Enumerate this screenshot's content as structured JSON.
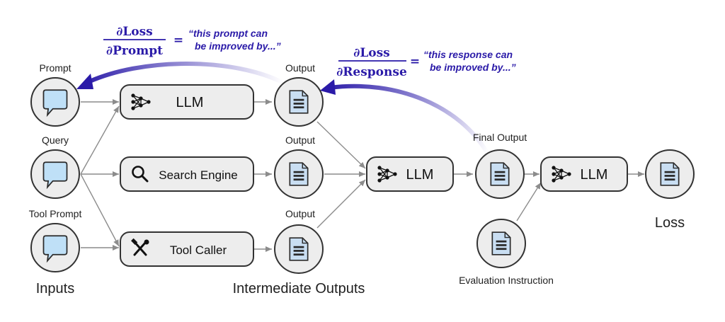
{
  "labels": {
    "prompt": "Prompt",
    "query": "Query",
    "tool_prompt": "Tool Prompt",
    "inputs": "Inputs",
    "output_1": "Output",
    "output_2": "Output",
    "output_3": "Output",
    "intermediate_outputs": "Intermediate Outputs",
    "final_output": "Final Output",
    "evaluation_instruction": "Evaluation Instruction",
    "loss": "Loss"
  },
  "boxes": {
    "llm_top": "LLM",
    "search_engine": "Search Engine",
    "tool_caller": "Tool Caller",
    "llm_mid": "LLM",
    "llm_right": "LLM"
  },
  "gradients": {
    "prompt_numerator": "∂Loss",
    "prompt_denominator": "∂Prompt",
    "prompt_equals": "=",
    "prompt_feedback_line1": "“this prompt can",
    "prompt_feedback_line2": "be improved by...”",
    "response_numerator": "∂Loss",
    "response_denominator": "∂Response",
    "response_equals": "=",
    "response_feedback_line1": "“this response can",
    "response_feedback_line2": "be improved by...”"
  },
  "colors": {
    "accent": "#2a1aa8",
    "bubble": "#bfe0f7",
    "doc": "#c9def2",
    "node_fill": "#ededed",
    "stroke": "#333333",
    "arrow": "#8c8c8c"
  },
  "icons": {
    "bubble": "speech-bubble-icon",
    "doc": "document-icon",
    "network": "neural-network-icon",
    "search": "search-icon",
    "tools": "tools-icon"
  }
}
